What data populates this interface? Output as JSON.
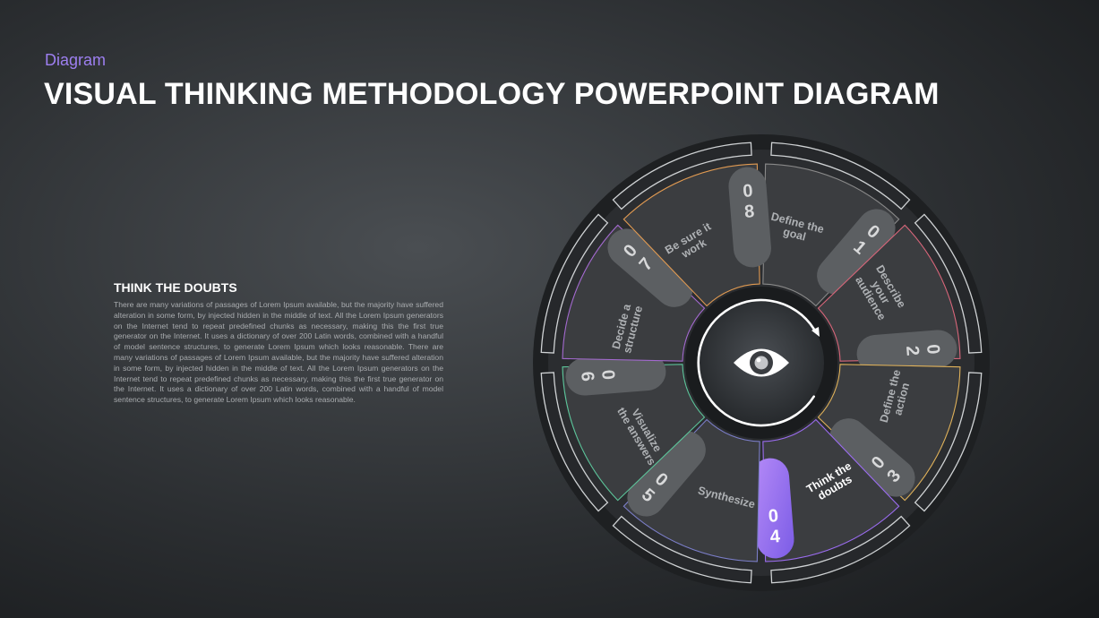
{
  "header": {
    "kicker": "Diagram",
    "title": "VISUAL THINKING METHODOLOGY POWERPOINT DIAGRAM"
  },
  "description": {
    "heading": "THINK THE DOUBTS",
    "body": "There are many variations of passages of Lorem Ipsum available, but the majority have suffered alteration in some form, by injected hidden in the middle of text. All the Lorem Ipsum generators on the Internet tend to repeat predefined chunks as necessary, making this the first true generator on the Internet. It uses a dictionary of over 200 Latin words, combined with a handful of model sentence structures, to generate Lorem Ipsum which looks reasonable. There are many variations of passages of Lorem Ipsum available, but the majority have suffered alteration in some form, by injected hidden in the middle of text. All the Lorem Ipsum generators on the Internet tend to repeat predefined chunks as necessary, making this the first true generator on the Internet. It uses a dictionary of over 200 Latin words, combined with a handful of model sentence structures, to generate Lorem Ipsum which looks reasonable."
  },
  "wheel": {
    "center_icon": "eye-icon",
    "active_index": 3,
    "accent_color": "#9b6cf0",
    "segments": [
      {
        "number": "0 1",
        "label": [
          "Define the",
          "goal"
        ],
        "color": "#8a8a8a"
      },
      {
        "number": "0 2",
        "label": [
          "Describe",
          "your",
          "audience"
        ],
        "color": "#d8667a"
      },
      {
        "number": "0 3",
        "label": [
          "Define the",
          "action"
        ],
        "color": "#e0b25a"
      },
      {
        "number": "0 4",
        "label": [
          "Think the",
          "doubts"
        ],
        "color": "#9b6cf0"
      },
      {
        "number": "0 5",
        "label": [
          "Synthesize"
        ],
        "color": "#7b7ec8"
      },
      {
        "number": "0 6",
        "label": [
          "Visualize",
          "the answers"
        ],
        "color": "#5cc49a"
      },
      {
        "number": "0 7",
        "label": [
          "Decide a",
          "structure"
        ],
        "color": "#a46ad0"
      },
      {
        "number": "0 8",
        "label": [
          "Be sure it",
          "work"
        ],
        "color": "#e09a52"
      }
    ]
  }
}
